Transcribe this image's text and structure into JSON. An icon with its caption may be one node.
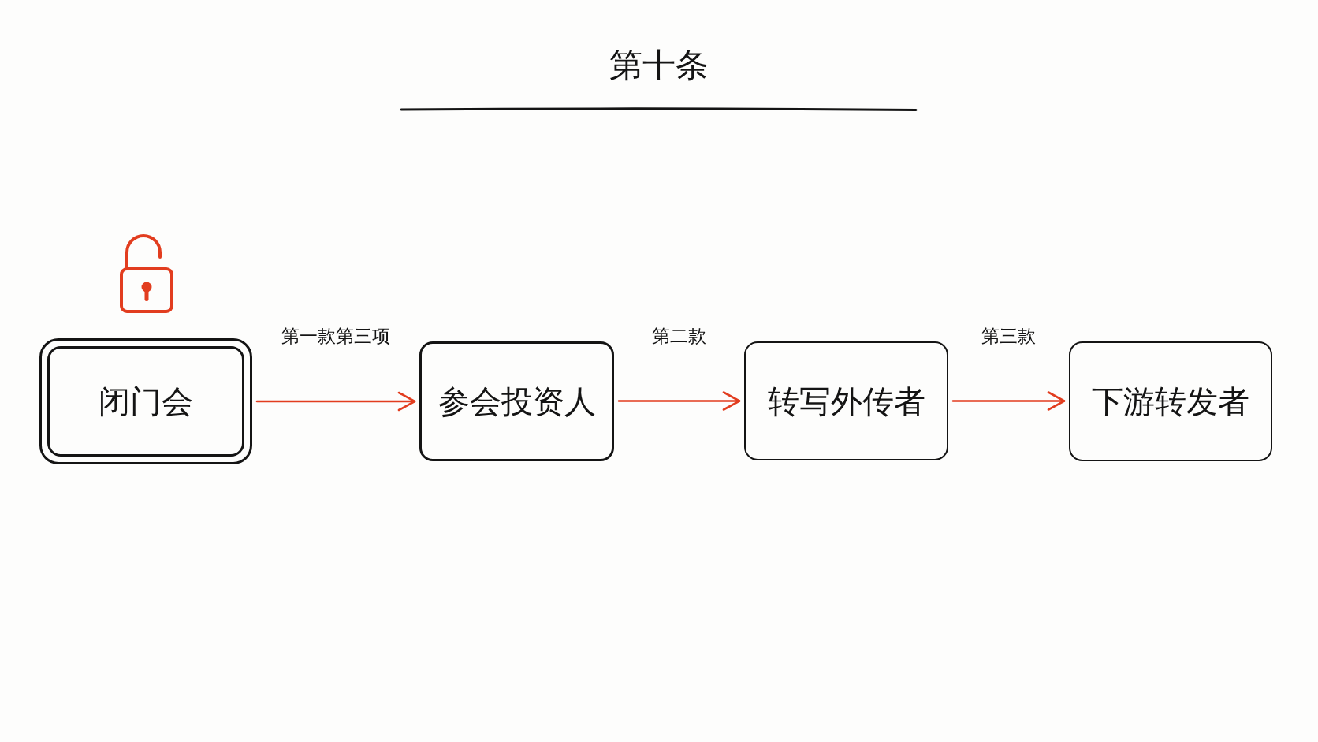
{
  "diagram": {
    "title": "第十条",
    "nodes": [
      {
        "text": [
          "闭门会"
        ]
      },
      {
        "text": [
          "参会投资人"
        ]
      },
      {
        "text": [
          "转写外传者"
        ]
      },
      {
        "text": [
          "下游转发者"
        ]
      }
    ],
    "edges": [
      {
        "from": 0,
        "to": 1,
        "arrow": "to",
        "label": "第一款第三项"
      },
      {
        "from": 1,
        "to": 2,
        "arrow": "to",
        "label": "第二款"
      },
      {
        "from": 2,
        "to": 3,
        "arrow": "to",
        "label": "第三款"
      }
    ]
  }
}
